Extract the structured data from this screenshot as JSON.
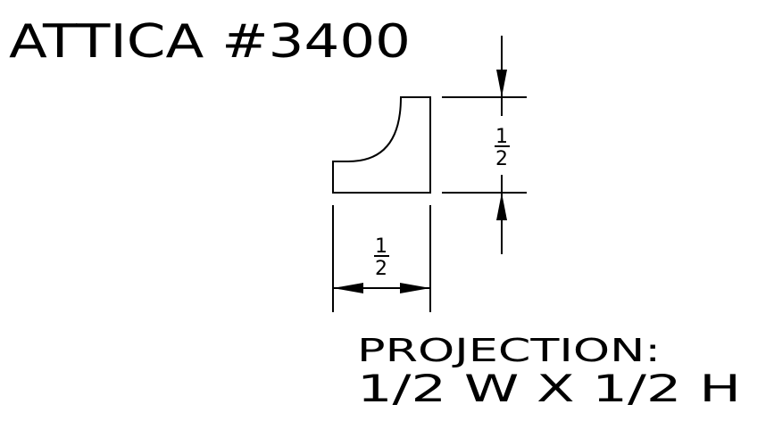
{
  "title": "ATTICA #3400",
  "dimensions": {
    "height": {
      "numerator": "1",
      "denominator": "2"
    },
    "width": {
      "numerator": "1",
      "denominator": "2"
    }
  },
  "projection": {
    "label": "PROJECTION:",
    "value": "1/2 W X 1/2 H"
  }
}
